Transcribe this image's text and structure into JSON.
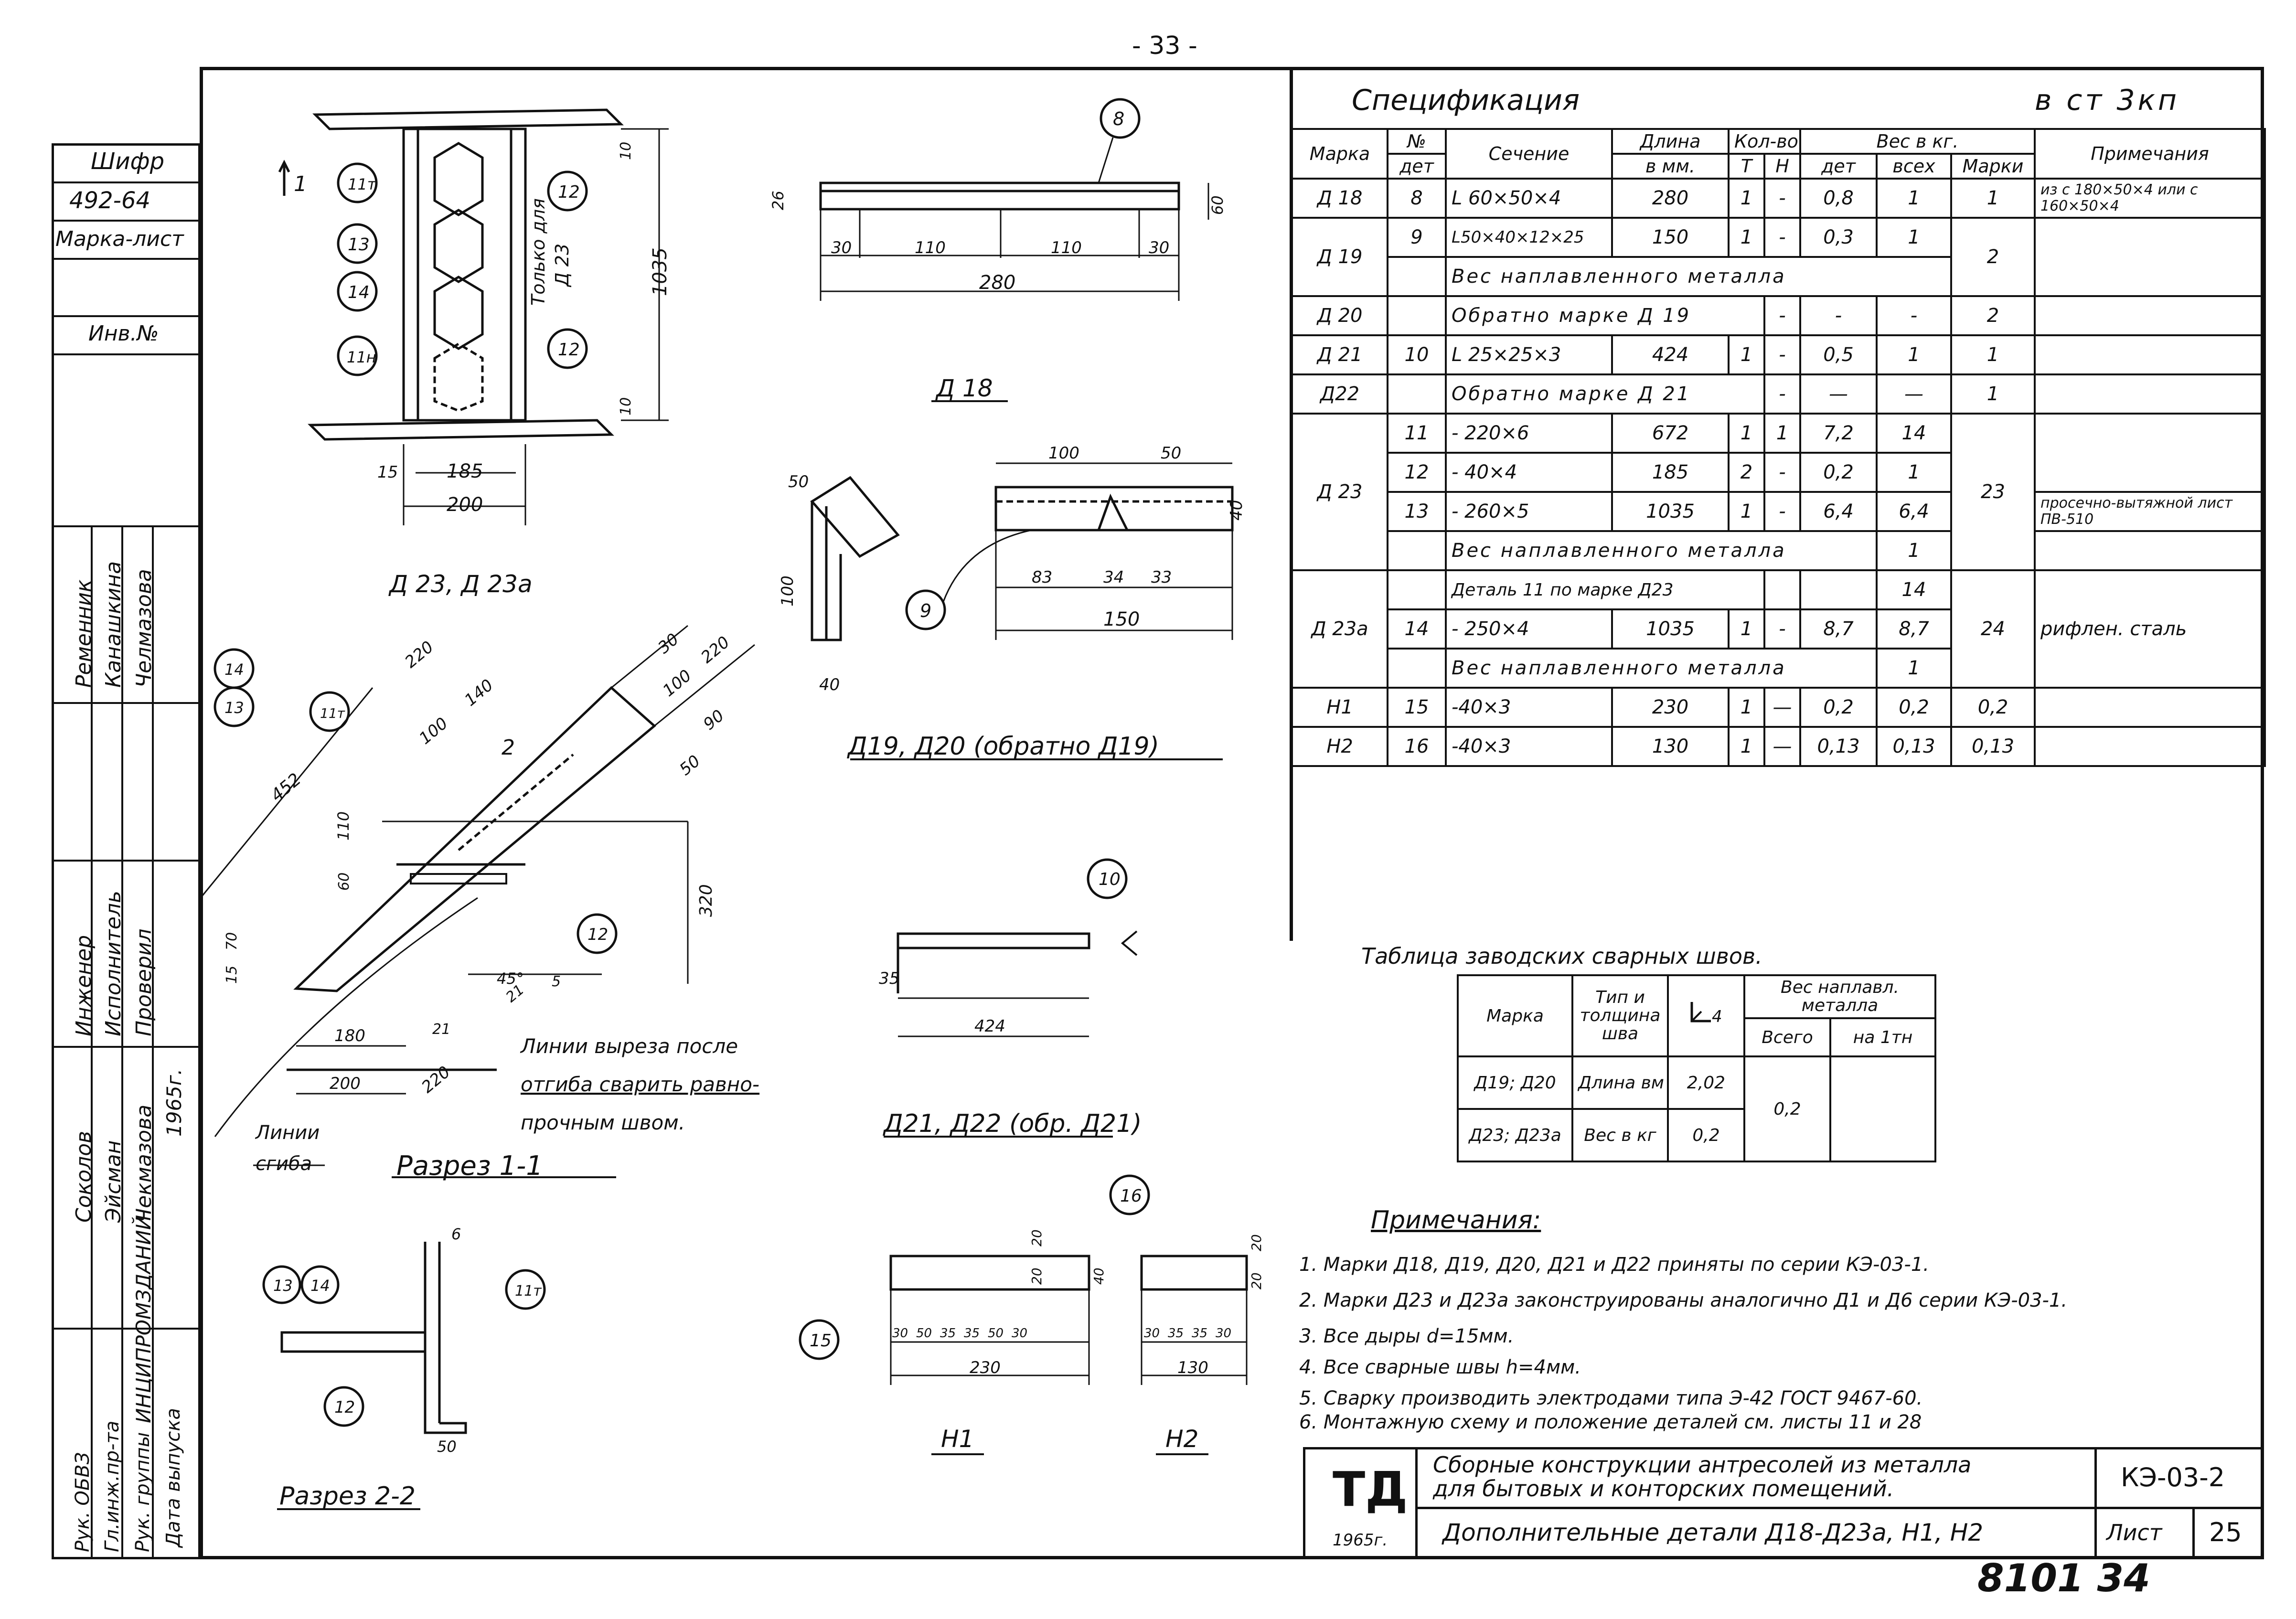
{
  "page_number": "- 33 -",
  "handwritten_number": "8101 34",
  "left_strip": {
    "shifr_label": "Шифр",
    "shifr_value": "492-64",
    "marka_list_label": "Марка-лист",
    "inv_label": "Инв.№",
    "signers_top": [
      "Ременник",
      "Канашкина",
      "Челмазова"
    ],
    "roles_mid": [
      "Инженер",
      "Исполнитель",
      "Проверил"
    ],
    "signers_bottom": [
      "Соколов",
      "Эйсман",
      "Чекмазова"
    ],
    "year": "1965г.",
    "org": "ИНЦИПРОМЗДАНИЙ",
    "roles_bottom": [
      "Рук. ОБВЗ",
      "Гл.инж.пр-та",
      "Рук. группы"
    ],
    "date_label": "Дата выпуска"
  },
  "spec": {
    "title": "Спецификация",
    "steel": "в ст 3кп",
    "headers": {
      "marka": "Марка",
      "num_a": "№",
      "num_b": "дет",
      "section": "Сечение",
      "length_a": "Длина",
      "length_b": "в мм.",
      "qty": "Кол-во",
      "qty_t": "Т",
      "qty_n": "Н",
      "weight": "Вес в кг.",
      "w_det": "дет",
      "w_all": "всех",
      "w_mark": "Марки",
      "note": "Примечания"
    },
    "rows": {
      "d18": {
        "mark": "Д 18",
        "num": "8",
        "sec": "L 60×50×4",
        "len": "280",
        "t": "1",
        "n": "-",
        "wd": "0,8",
        "wa": "1",
        "wm": "1",
        "note": "из с 180×50×4 или с 160×50×4"
      },
      "d19a": {
        "mark": "Д 19",
        "num": "9",
        "sec": "L50×40×12×25",
        "len": "150",
        "t": "1",
        "n": "-",
        "wd": "0,3",
        "wa": "1",
        "wm": "2"
      },
      "d19b": {
        "sec": "Вес наплавленного металла",
        "wa": "1"
      },
      "d20": {
        "mark": "Д 20",
        "sec": "Обратно марке Д 19",
        "n": "-",
        "wd": "-",
        "wa": "-",
        "wm": "2"
      },
      "d21": {
        "mark": "Д 21",
        "num": "10",
        "sec": "L 25×25×3",
        "len": "424",
        "t": "1",
        "n": "-",
        "wd": "0,5",
        "wa": "1",
        "wm": "1"
      },
      "d22": {
        "mark": "Д22",
        "sec": "Обратно марке Д 21",
        "n": "-",
        "wd": "—",
        "wa": "—",
        "wm": "1"
      },
      "d23a": {
        "num": "11",
        "sec": "- 220×6",
        "len": "672",
        "t": "1",
        "n": "1",
        "wd": "7,2",
        "wa": "14"
      },
      "d23b": {
        "mark": "Д 23",
        "num": "12",
        "sec": "- 40×4",
        "len": "185",
        "t": "2",
        "n": "-",
        "wd": "0,2",
        "wa": "1"
      },
      "d23c": {
        "num": "13",
        "sec": "- 260×5",
        "len": "1035",
        "t": "1",
        "n": "-",
        "wd": "6,4",
        "wa": "6,4",
        "wm": "23",
        "note": "просечно-вытяжной лист ПВ-510"
      },
      "d23d": {
        "sec": "Вес наплавленного металла",
        "wa": "1"
      },
      "d23e": {
        "sec": "Деталь 11 по марке Д23",
        "wa": "14"
      },
      "d23f": {
        "mark": "Д 23а",
        "num": "14",
        "sec": "- 250×4",
        "len": "1035",
        "t": "1",
        "n": "-",
        "wd": "8,7",
        "wa": "8,7",
        "wm": "24",
        "note": "рифлен. сталь"
      },
      "d23g": {
        "sec": "Вес наплавленного металла",
        "wa": "1"
      },
      "h1": {
        "mark": "Н1",
        "num": "15",
        "sec": "-40×3",
        "len": "230",
        "t": "1",
        "n": "—",
        "wd": "0,2",
        "wa": "0,2",
        "wm": "0,2"
      },
      "h2": {
        "mark": "Н2",
        "num": "16",
        "sec": "-40×3",
        "len": "130",
        "t": "1",
        "n": "—",
        "wd": "0,13",
        "wa": "0,13",
        "wm": "0,13"
      }
    }
  },
  "weld": {
    "title": "Таблица заводских сварных швов.",
    "h_marka": "Марка",
    "h_type": "Тип и толщина шва",
    "h_sym": "4",
    "h_weight": "Вес наплавл. металла",
    "h_total": "Всего",
    "h_per": "на 1тн",
    "r1_mark": "Д19; Д20",
    "r1_type": "Длина вм",
    "r1_val": "2,02",
    "r2_mark": "Д23; Д23а",
    "r2_type": "Вес в кг",
    "r2_val": "0,2",
    "total": "0,2"
  },
  "notes": {
    "title": "Примечания:",
    "lines": [
      "1. Марки Д18, Д19, Д20, Д21 и Д22 приняты по серии КЭ-03-1.",
      "2. Марки Д23 и Д23а законструированы аналогично Д1 и Д6 серии КЭ-03-1.",
      "3. Все дыры d=15мм.",
      "4. Все сварные швы h=4мм.",
      "5. Сварку производить электродами типа Э-42 ГОСТ 9467-60.",
      "6. Монтажную схему и положение деталей см. листы 11 и 28"
    ]
  },
  "title_block": {
    "logo": "ТД",
    "year": "1965г.",
    "desc1": "Сборные конструкции антресолей из металла",
    "desc2": "для бытовых и конторских помещений.",
    "desc3": "Дополнительные детали Д18-Д23а, Н1, Н2",
    "code": "КЭ-03-2",
    "sheet_label": "Лист",
    "sheet_num": "25"
  },
  "drawings": {
    "d23": {
      "caption": "Д 23, Д 23а",
      "only_for_a": "Только для",
      "only_for_b": "Д 23",
      "dims": [
        "10",
        "1035",
        "10",
        "15",
        "185",
        "200"
      ],
      "callouts": [
        "11т",
        "13",
        "14",
        "11н",
        "12",
        "12"
      ],
      "section_mark": "1"
    },
    "d18": {
      "caption": "Д 18",
      "dims": [
        "26",
        "60",
        "30",
        "110",
        "110",
        "30",
        "280"
      ],
      "callout": "8"
    },
    "d19": {
      "caption": "Д19, Д20 (обратно Д19)",
      "dims": [
        "50",
        "100",
        "40",
        "100",
        "50",
        "40",
        "83",
        "34",
        "33",
        "150"
      ],
      "callout": "9"
    },
    "s11": {
      "caption": "Разрез 1-1",
      "dims": [
        "220",
        "140",
        "100",
        "30",
        "220",
        "100",
        "90",
        "50",
        "452",
        "110",
        "60",
        "320",
        "15",
        "70",
        "45°",
        "5",
        "21",
        "21",
        "180",
        "200",
        "220"
      ],
      "callouts": [
        "14",
        "13",
        "11т",
        "12"
      ],
      "cut_note_1": "Линии выреза после",
      "cut_note_2": "отгиба сварить равно-",
      "cut_note_3": "прочным швом.",
      "bend_line_1": "Линии",
      "bend_line_2": "сгиба",
      "mark_2": "2"
    },
    "d21": {
      "caption": "Д21, Д22 (обр. Д21)",
      "dims": [
        "35",
        "424"
      ],
      "callout": "10"
    },
    "s22": {
      "caption": "Разрез 2-2",
      "dims": [
        "6",
        "50"
      ],
      "callouts": [
        "13",
        "14",
        "11т",
        "12"
      ]
    },
    "h1": {
      "caption": "Н1",
      "dims": [
        "20",
        "20",
        "40",
        "30",
        "50",
        "35",
        "35",
        "50",
        "30",
        "230"
      ],
      "callout": "15"
    },
    "h2": {
      "caption": "Н2",
      "dims": [
        "20",
        "20",
        "30",
        "35",
        "35",
        "30",
        "130"
      ],
      "callout": "16"
    }
  }
}
